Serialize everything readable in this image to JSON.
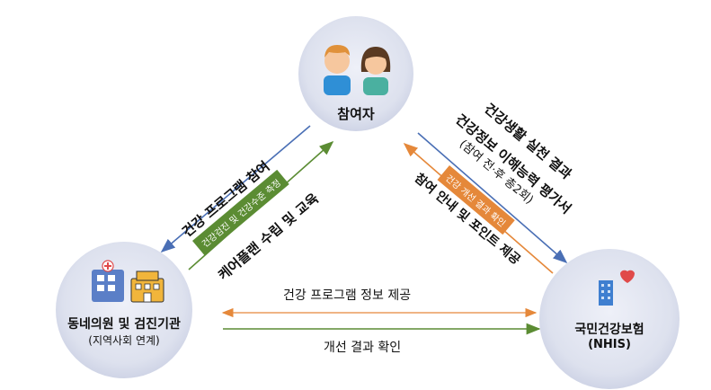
{
  "nodes": {
    "participant": {
      "label": "참여자"
    },
    "clinic": {
      "label": "동네의원 및 검진기관",
      "sub": "(지역사회 연계)"
    },
    "nhis": {
      "label": "국민건강보험",
      "sub": "(NHIS)"
    }
  },
  "left_edge": {
    "blue_text": "건강 프로그램 참여",
    "green_tag": "건강검진 및 건강수준 측정",
    "green_text": "케어플랜 수립 및 교육"
  },
  "right_edge": {
    "blue_text_line1": "건강생활 실천 결과",
    "blue_text_line2": "건강정보 이해능력 평가서",
    "blue_text_line3": "(참여 전·후 총2회)",
    "orange_tag": "건강 개선 결과 확인",
    "orange_text": "참여 안내 및 포인트 제공"
  },
  "bottom_edge": {
    "top_text": "건강 프로그램 정보 제공",
    "bottom_text": "개선 결과 확인"
  },
  "colors": {
    "blue": "#4a6fb5",
    "green": "#5b8c33",
    "orange": "#e5883a",
    "node_fill": "#dfe3f0"
  }
}
